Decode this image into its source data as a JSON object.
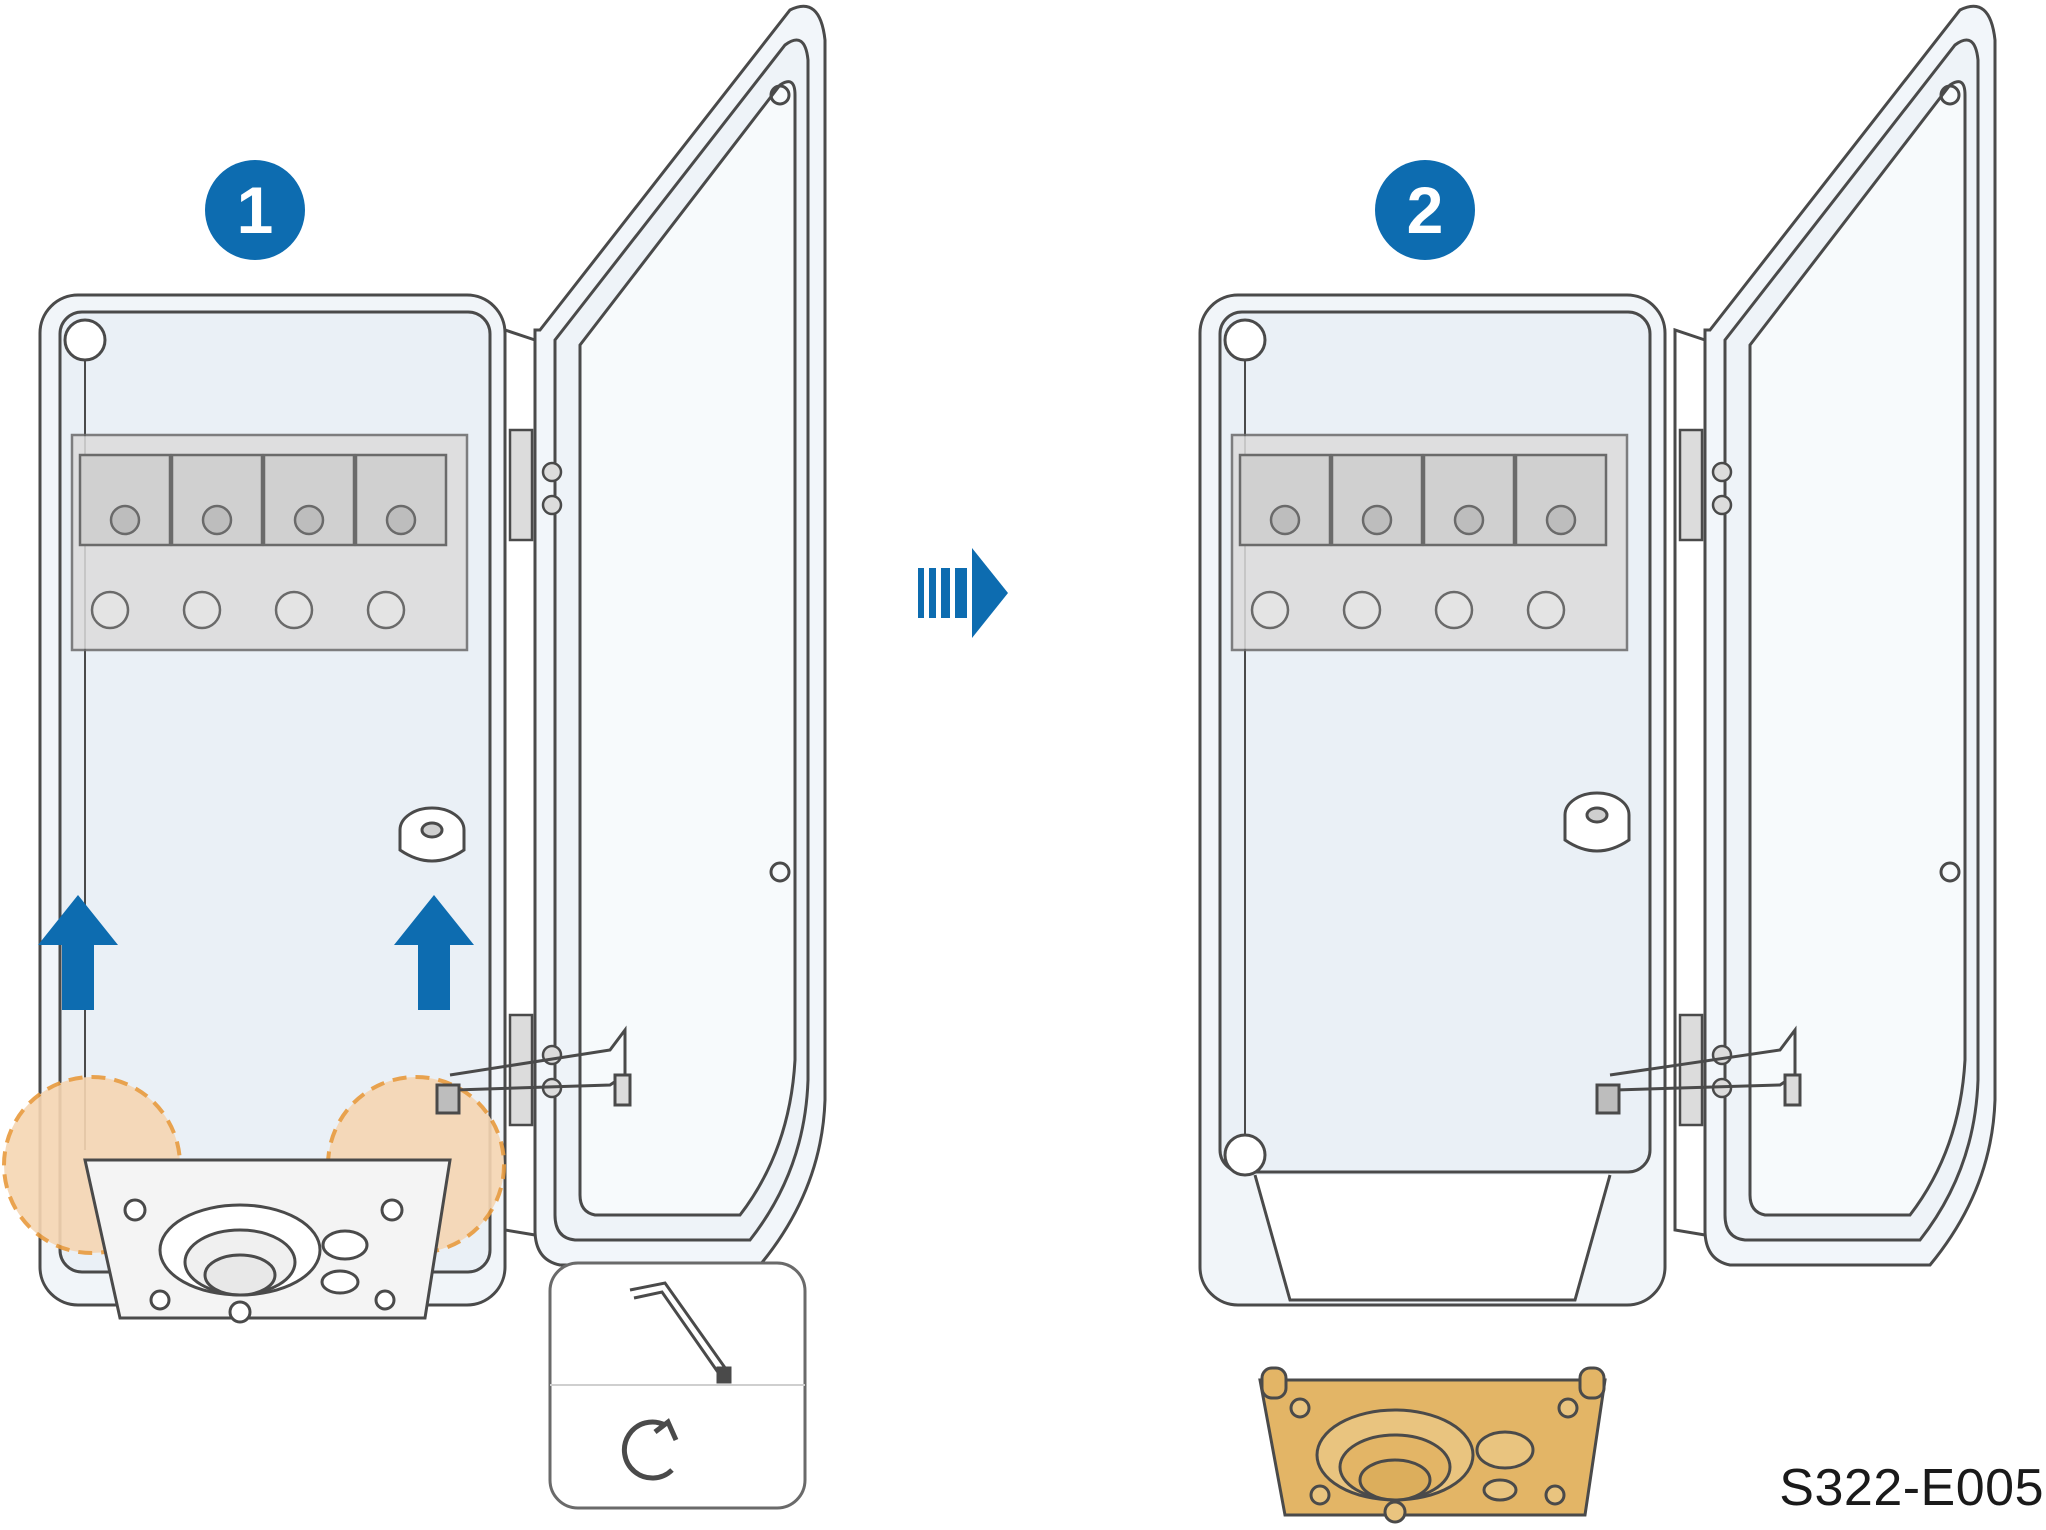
{
  "steps": [
    {
      "number": "1"
    },
    {
      "number": "2"
    }
  ],
  "drawing_code": "S322-E005",
  "colors": {
    "step_badge": "#0d6cb0",
    "arrow": "#0d6cb0",
    "highlight": "#f6d6b3",
    "highlight_stroke": "#e89a3c",
    "removed_plate": "#e3b566",
    "outline": "#4a4a4a",
    "glass": "#eef3f8"
  },
  "icons": {
    "tool": "hex-key-icon",
    "rotation": "counterclockwise-rotate-icon",
    "transition": "next-step-arrow-icon"
  }
}
